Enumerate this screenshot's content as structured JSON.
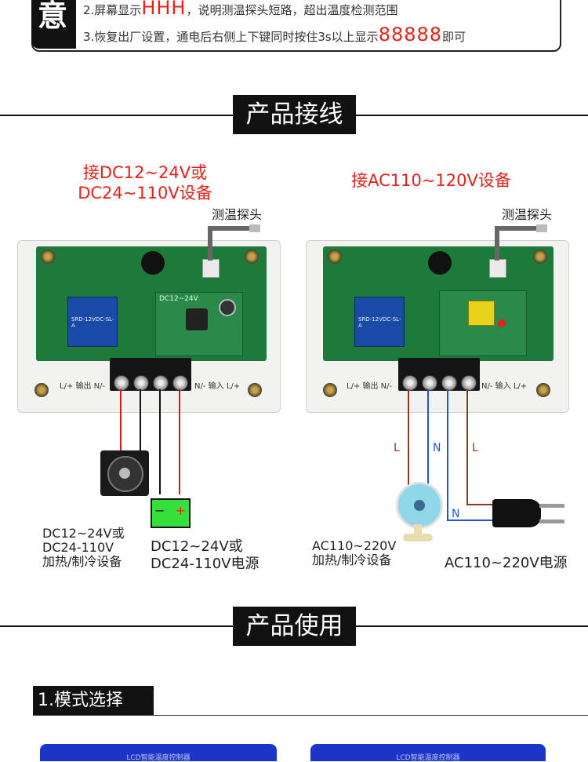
{
  "notice": {
    "tag": "意",
    "line2_prefix": "2.屏幕显示",
    "line2_code": "HHH",
    "line2_suffix": "，说明测温探头短路，超出温度检测范围",
    "line3_prefix": "3.恢复出厂设置，通电后右侧上下键同时按住3s以上显示",
    "line3_code": "88888",
    "line3_suffix": "即可"
  },
  "section_wiring": {
    "title": "产品接线"
  },
  "left_panel": {
    "heading_line1": "接DC12~24V或",
    "heading_line2": "DC24~110V设备",
    "probe_label": "测温探头",
    "terminal_label_left": "L/+  输出  N/-",
    "terminal_label_right": "N/-  输入  L/+",
    "board_silk": "DC12~24V",
    "relay_text": "SRD-12VDC-SL-A",
    "battery_minus": "−",
    "battery_plus": "+",
    "load_line1": "DC12~24V或",
    "load_line2": "DC24-110V",
    "load_line3": "加热/制冷设备",
    "source_line1": "DC12~24V或",
    "source_line2": "DC24-110V电源"
  },
  "right_panel": {
    "heading": "接AC110~120V设备",
    "probe_label": "测温探头",
    "terminal_label_left": "L/+  输出  N/-",
    "terminal_label_right": "N/-  输入  L/+",
    "relay_text": "SRD-12VDC-SL-A",
    "wire_L1": "L",
    "wire_N1": "N",
    "wire_L2": "L",
    "wire_N2": "N",
    "load_line1": "AC110~220V",
    "load_line2": "加热/制冷设备",
    "source_label": "AC110~220V电源"
  },
  "section_usage": {
    "title": "产品使用"
  },
  "mode_select": {
    "title": "1.模式选择"
  },
  "devices": {
    "label": "LCD智能温度控制器"
  },
  "colors": {
    "accent_red": "#e8201a",
    "pcb_green": "#1e7a3b",
    "wire_blue": "#2255d6",
    "wire_brown": "#8a3a22"
  }
}
